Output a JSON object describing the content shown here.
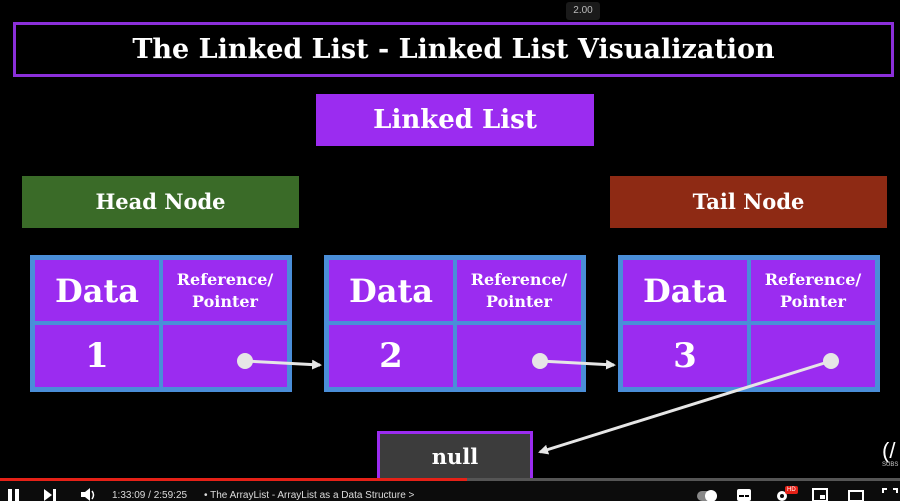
{
  "player": {
    "speed_badge": "2.00",
    "current_time": "1:33:09",
    "separator": "/",
    "duration": "2:59:25",
    "bullet": "•",
    "chapter_title": "The ArrayList - ArrayList as a Data Structure",
    "chapter_chevron": ">",
    "progress_fraction": 0.519,
    "hd_badge": "HD",
    "accent_color": "#e62117"
  },
  "slide": {
    "title": "The Linked List - Linked List Visualization",
    "list_label": "Linked List",
    "head_label": "Head Node",
    "tail_label": "Tail Node",
    "null_label": "null",
    "colors": {
      "purple": "#9b2cf0",
      "border_blue": "#4a8ed8",
      "head_green": "#3a6b28",
      "tail_red": "#8e2a14",
      "null_gray": "#3c3c3c"
    },
    "nodes": [
      {
        "data_header": "Data",
        "ref_header": "Reference/ Pointer",
        "value": "1"
      },
      {
        "data_header": "Data",
        "ref_header": "Reference/ Pointer",
        "value": "2"
      },
      {
        "data_header": "Data",
        "ref_header": "Reference/ Pointer",
        "value": "3"
      }
    ],
    "watermark": "(/",
    "watermark_sub": "SUBS"
  }
}
